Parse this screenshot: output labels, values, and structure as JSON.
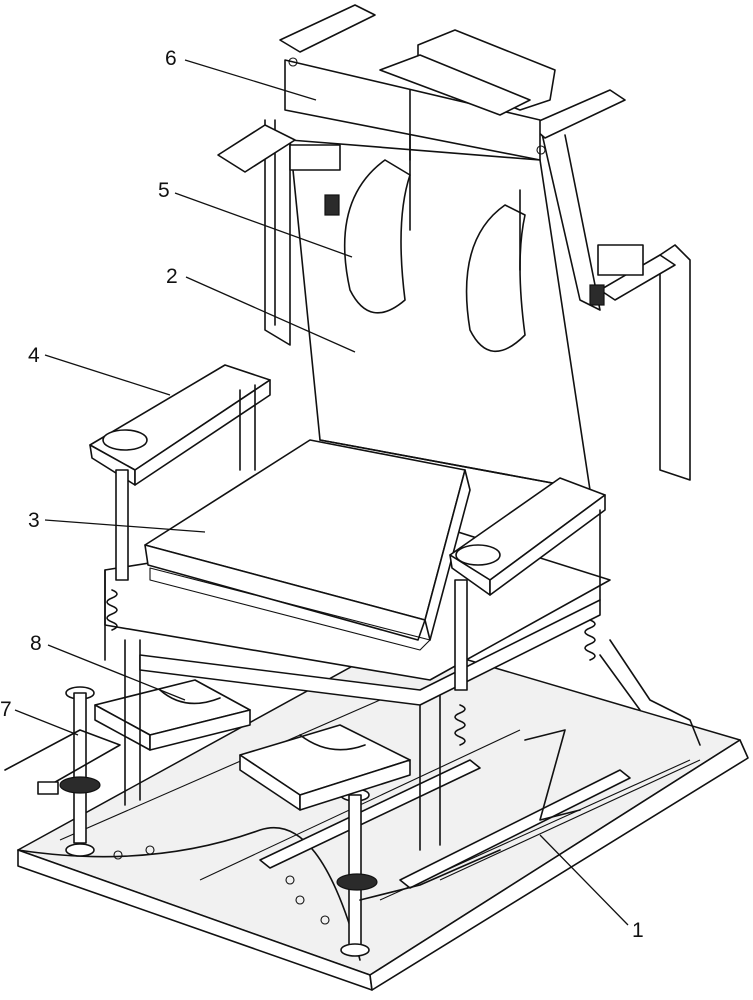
{
  "labels": [
    {
      "id": "part-1",
      "text": "1"
    },
    {
      "id": "part-2",
      "text": "2"
    },
    {
      "id": "part-3",
      "text": "3"
    },
    {
      "id": "part-4",
      "text": "4"
    },
    {
      "id": "part-5",
      "text": "5"
    },
    {
      "id": "part-6",
      "text": "6"
    },
    {
      "id": "part-7",
      "text": "7"
    },
    {
      "id": "part-8",
      "text": "8"
    }
  ],
  "colors": {
    "line": "#111111",
    "background": "#ffffff",
    "shade": "#f1f1f1"
  }
}
